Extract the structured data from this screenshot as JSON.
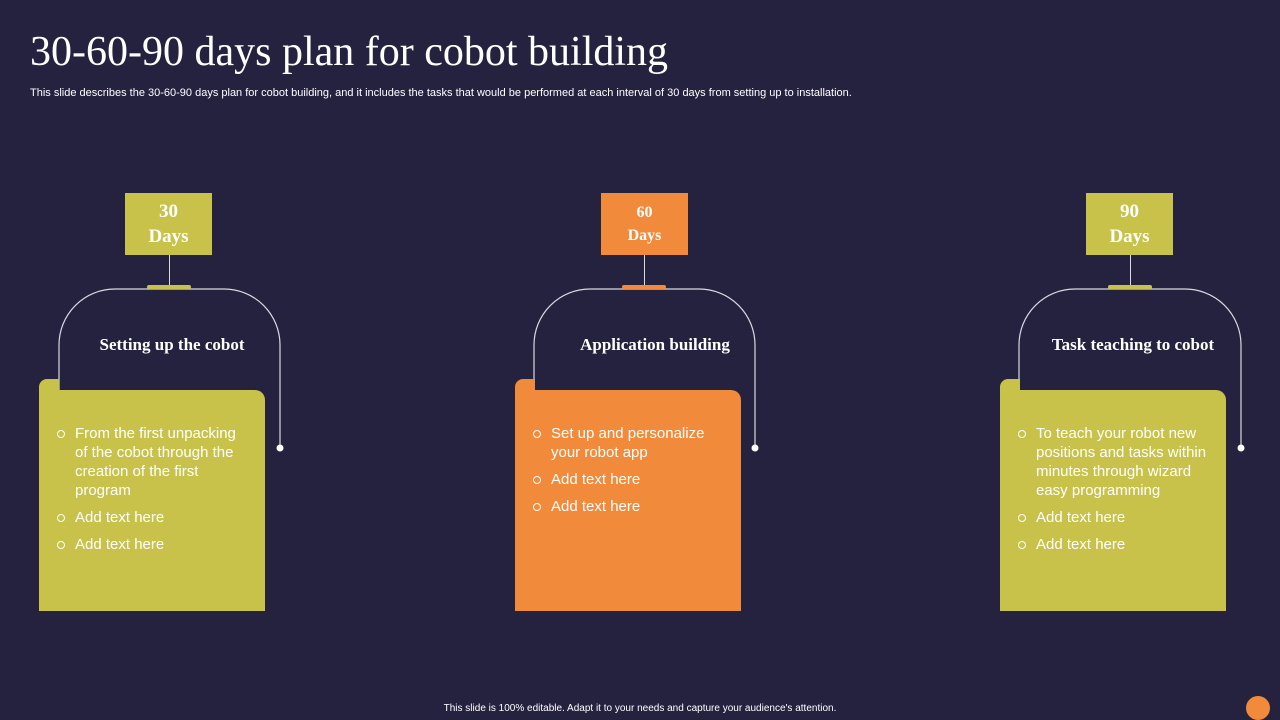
{
  "slide": {
    "title": "30-60-90 days plan for cobot building",
    "subtitle": "This slide describes the 30-60-90 days plan for cobot building, and it includes the tasks that would be performed at each interval of 30 days from setting up to installation.",
    "footer": "This slide is 100% editable.  Adapt it to your needs and capture your audience's attention."
  },
  "colors": {
    "background": "#252240",
    "olive": "#c9c24a",
    "orange": "#f28a3b",
    "line": "#d9d9e0"
  },
  "phases": [
    {
      "number": "30",
      "unit": "Days",
      "heading": "Setting up  the cobot",
      "bullets": [
        "From the first unpacking of the cobot through the creation of the first program",
        "Add text here",
        "Add text here"
      ]
    },
    {
      "number": "60",
      "unit": "Days",
      "heading": "Application building",
      "bullets": [
        "Set up and personalize your robot app",
        "Add text here",
        "Add text here"
      ]
    },
    {
      "number": "90",
      "unit": "Days",
      "heading": "Task teaching to cobot",
      "bullets": [
        "To teach your robot new positions and tasks within minutes through wizard easy programming",
        "Add text here",
        "Add text here"
      ]
    }
  ]
}
